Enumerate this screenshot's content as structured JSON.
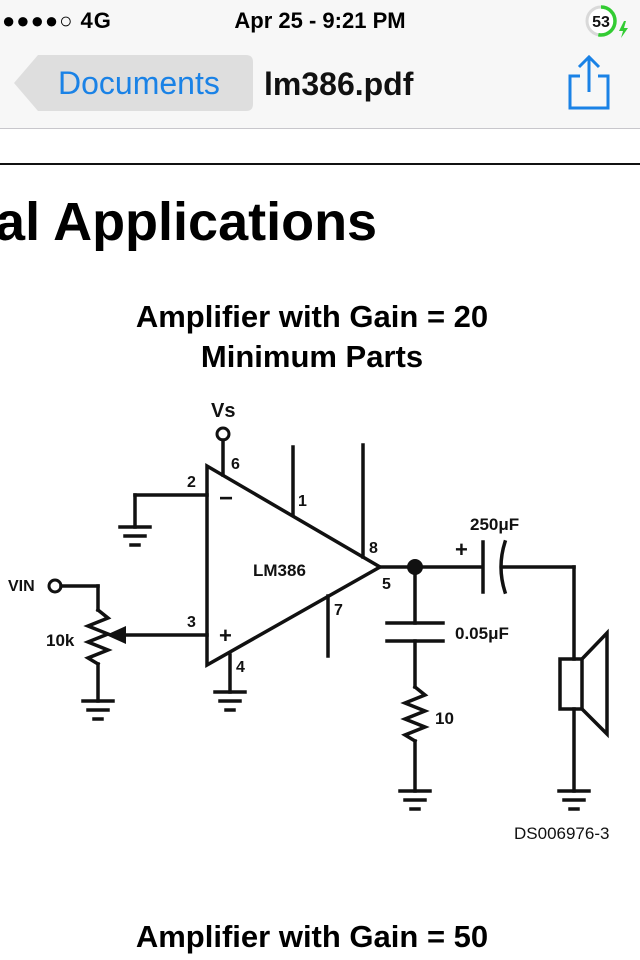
{
  "status_bar": {
    "signal": "●●●●○ 4G",
    "time": "Apr 25 - 9:21 PM",
    "battery_percent": "53"
  },
  "nav": {
    "back_label": "Documents",
    "title": "lm386.pdf"
  },
  "document": {
    "section_heading": "cal Applications",
    "circuit_title_line1": "Amplifier with Gain = 20",
    "circuit_title_line2": "Minimum Parts",
    "next_circuit_title": "Amplifier with Gain = 50",
    "circuit": {
      "chip_label": "LM386",
      "vs_label": "Vs",
      "vin_label": "VIN",
      "pot_label": "10k",
      "resistor_label": "10",
      "cap_output_label": "250μF",
      "cap_shunt_label": "0.05μF",
      "pin_labels": [
        "1",
        "2",
        "3",
        "4",
        "5",
        "6",
        "7",
        "8"
      ],
      "plus_sign": "+",
      "minus_sign": "−",
      "drawing_code": "DS006976-3"
    }
  },
  "colors": {
    "accent": "#1a82e6",
    "battery_ring": "#33cc33",
    "bar_background": "#f7f7f7"
  }
}
